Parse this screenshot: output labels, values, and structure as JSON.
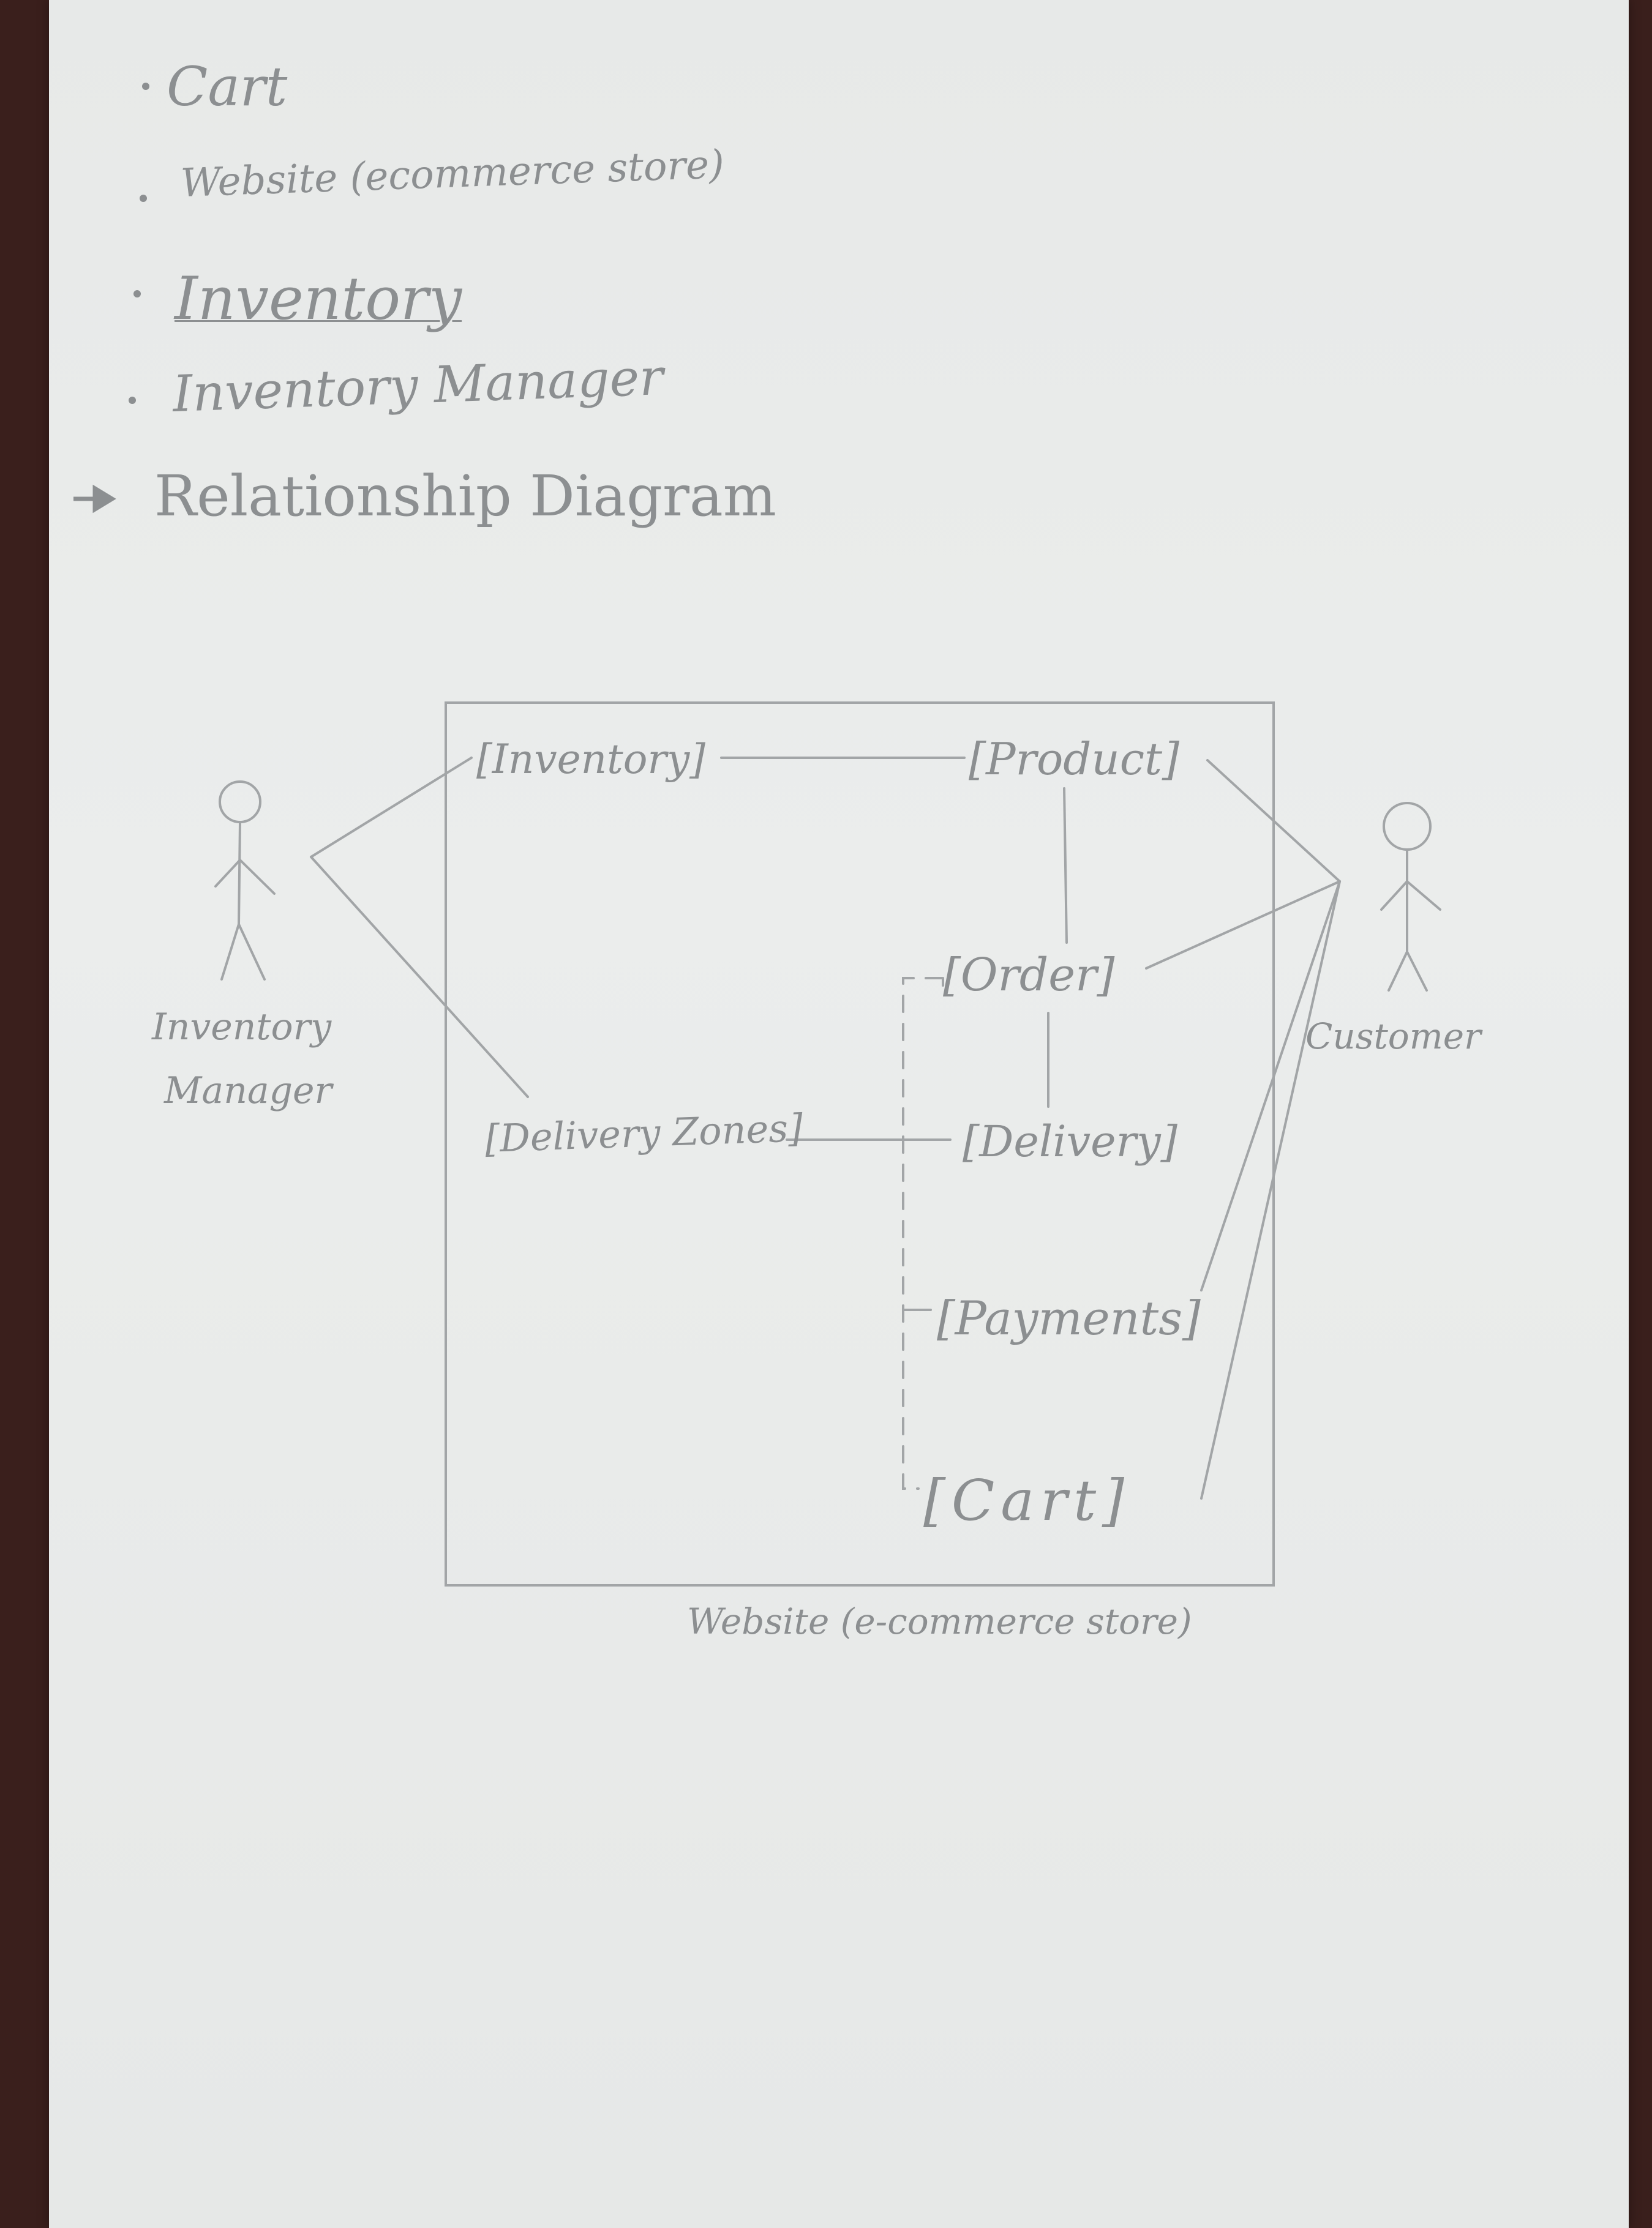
{
  "notes": {
    "bullets": [
      "Cart",
      "Website (ecommerce store)",
      "Inventory",
      "Inventory Manager"
    ],
    "heading": "Relationship Diagram"
  },
  "diagram": {
    "system_label": "Website (e-commerce store)",
    "actors": {
      "left": {
        "line1": "Inventory",
        "line2": "Manager"
      },
      "right": "Customer"
    },
    "nodes": {
      "inventory": "[Inventory]",
      "product": "[Product]",
      "order": "[Order]",
      "delivery_zones": "[Delivery Zones]",
      "delivery": "[Delivery]",
      "payments": "[Payments]",
      "cart": "[Cart]"
    },
    "ink_color": "#8c8f91"
  }
}
